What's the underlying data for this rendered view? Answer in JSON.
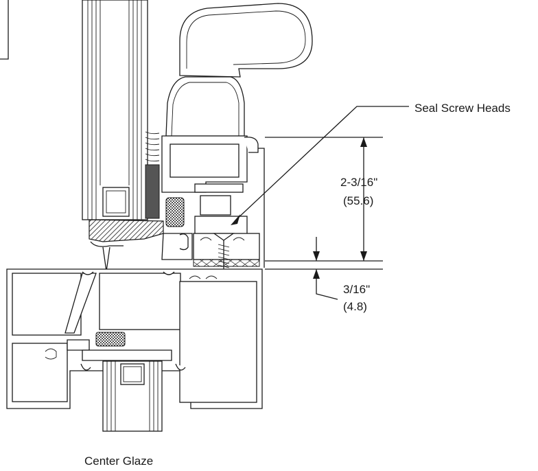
{
  "labels": {
    "seal_screw_heads": "Seal Screw Heads",
    "dim_large_fraction": "2-3/16\"",
    "dim_large_metric": "(55.6)",
    "dim_small_fraction": "3/16\"",
    "dim_small_metric": "(4.8)",
    "caption": "Center Glaze"
  }
}
